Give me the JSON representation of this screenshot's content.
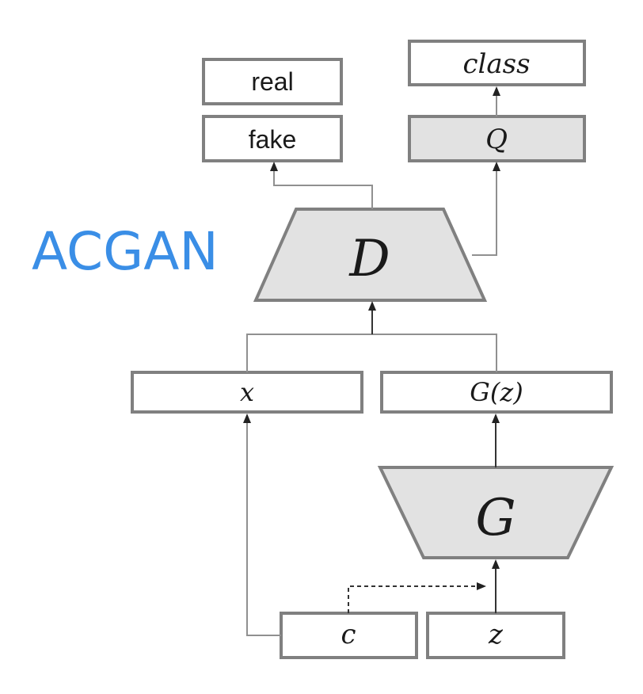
{
  "title": "ACGAN",
  "colors": {
    "title": "#3a8ee6",
    "box_border": "#808080",
    "box_fill_gray": "#e2e2e2"
  },
  "outputs": {
    "real": "real",
    "fake": "fake",
    "class": "class"
  },
  "classifier": {
    "label": "Q"
  },
  "discriminator": {
    "label": "D"
  },
  "generator": {
    "label": "G"
  },
  "inputs": {
    "x": "x",
    "gz": "G(z)",
    "c": "c",
    "z": "z"
  }
}
